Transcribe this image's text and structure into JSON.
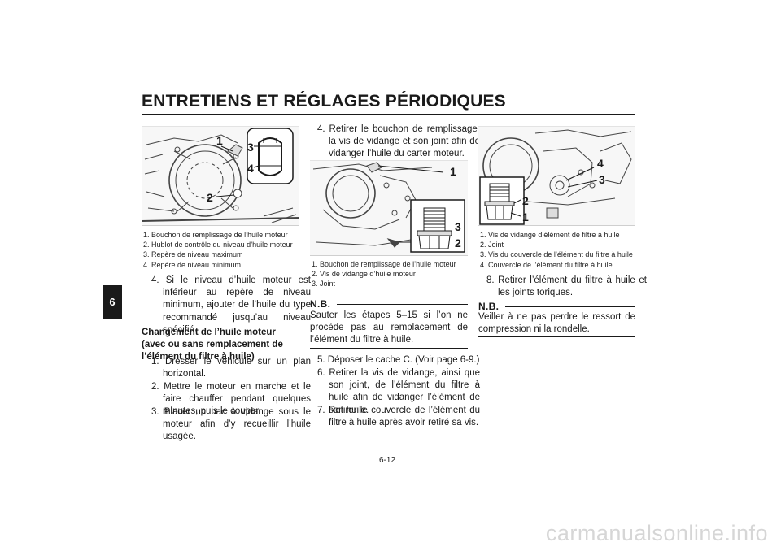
{
  "header": {
    "title": "ENTRETIENS ET RÉGLAGES PÉRIODIQUES",
    "chapter_tab": "6"
  },
  "figures": {
    "fig1": {
      "callouts": [
        "1",
        "3",
        "4",
        "2"
      ]
    },
    "fig2": {
      "callouts": [
        "1",
        "3",
        "2"
      ]
    },
    "fig3": {
      "callouts": [
        "4",
        "3",
        "2",
        "1"
      ]
    }
  },
  "captions": {
    "fig1": [
      "1. Bouchon de remplissage de l’huile moteur",
      "2. Hublot de contrôle du niveau d’huile moteur",
      "3. Repère de niveau maximum",
      "4. Repère de niveau minimum"
    ],
    "fig2": [
      "1. Bouchon de remplissage de l’huile moteur",
      "2. Vis de vidange d’huile moteur",
      "3. Joint"
    ],
    "fig3": [
      "1. Vis de vidange d’élément de filtre à huile",
      "2. Joint",
      "3. Vis du couvercle de l’élément du filtre à huile",
      "4. Couvercle de l’élément du filtre à huile"
    ]
  },
  "column1": {
    "step4": "4. Si le niveau d’huile moteur est inférieur au repère de niveau minimum, ajouter de l’huile du type recommandé jusqu’au niveau spécifié.",
    "section_heading": "Changement de l’huile moteur (avec ou sans remplacement de l’élément du filtre à huile)",
    "steps": [
      "1. Dresser le véhicule sur un plan horizontal.",
      "2. Mettre le moteur en marche et le faire chauffer pendant quelques minutes, puis le couper.",
      "3. Placer un bac à vidange sous le moteur afin d’y recueillir l’huile usagée."
    ]
  },
  "column2": {
    "step4": "4. Retirer le bouchon de remplissage, la vis de vidange et son joint afin de vidanger l’huile du carter moteur.",
    "nb": {
      "label": "N.B.",
      "text": "Sauter les étapes 5–15 si l’on ne procède pas au remplacement de l’élément du filtre à huile."
    },
    "steps": [
      "5. Déposer le cache C. (Voir page 6-9.)",
      "6. Retirer la vis de vidange, ainsi que son joint, de l’élément du filtre à huile afin de vidanger l’élément de son huile.",
      "7. Retirer le couvercle de l’élément du filtre à huile après avoir retiré sa vis."
    ]
  },
  "column3": {
    "step8": "8. Retirer l’élément du filtre à huile et les joints toriques.",
    "nb": {
      "label": "N.B.",
      "text": "Veiller à ne pas perdre le ressort de compression ni la rondelle."
    }
  },
  "footer": {
    "page_number": "6-12",
    "watermark": "carmanualsonline.info"
  }
}
